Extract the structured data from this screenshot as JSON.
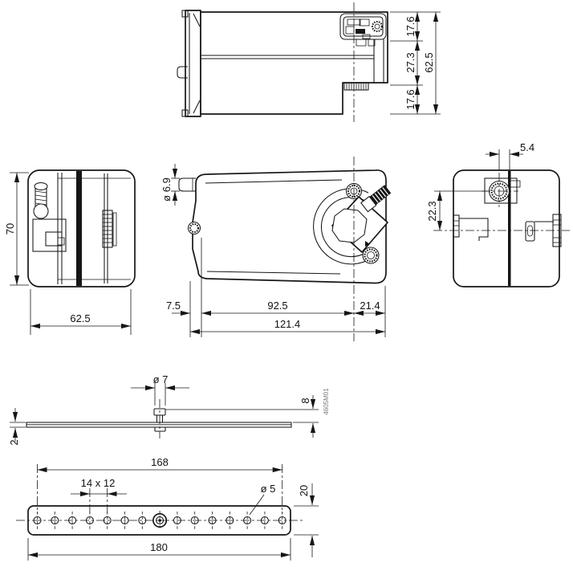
{
  "drawing": {
    "top": {
      "d1": "17.6",
      "d2": "27.3",
      "d3": "17.6",
      "d4": "62.5"
    },
    "left": {
      "h": "70",
      "w": "62.5"
    },
    "front": {
      "cable": "ø 6.9",
      "a": "7.5",
      "b": "92.5",
      "c": "21.4",
      "total": "121.4"
    },
    "right": {
      "a": "5.4",
      "b": "22.3"
    },
    "bside": {
      "dia": "ø 7",
      "h": "8",
      "t": "2",
      "code": "4605M01"
    },
    "btop": {
      "span": "168",
      "pitch": "14 x 12",
      "dia": "ø 5",
      "w": "20",
      "len": "180"
    }
  }
}
